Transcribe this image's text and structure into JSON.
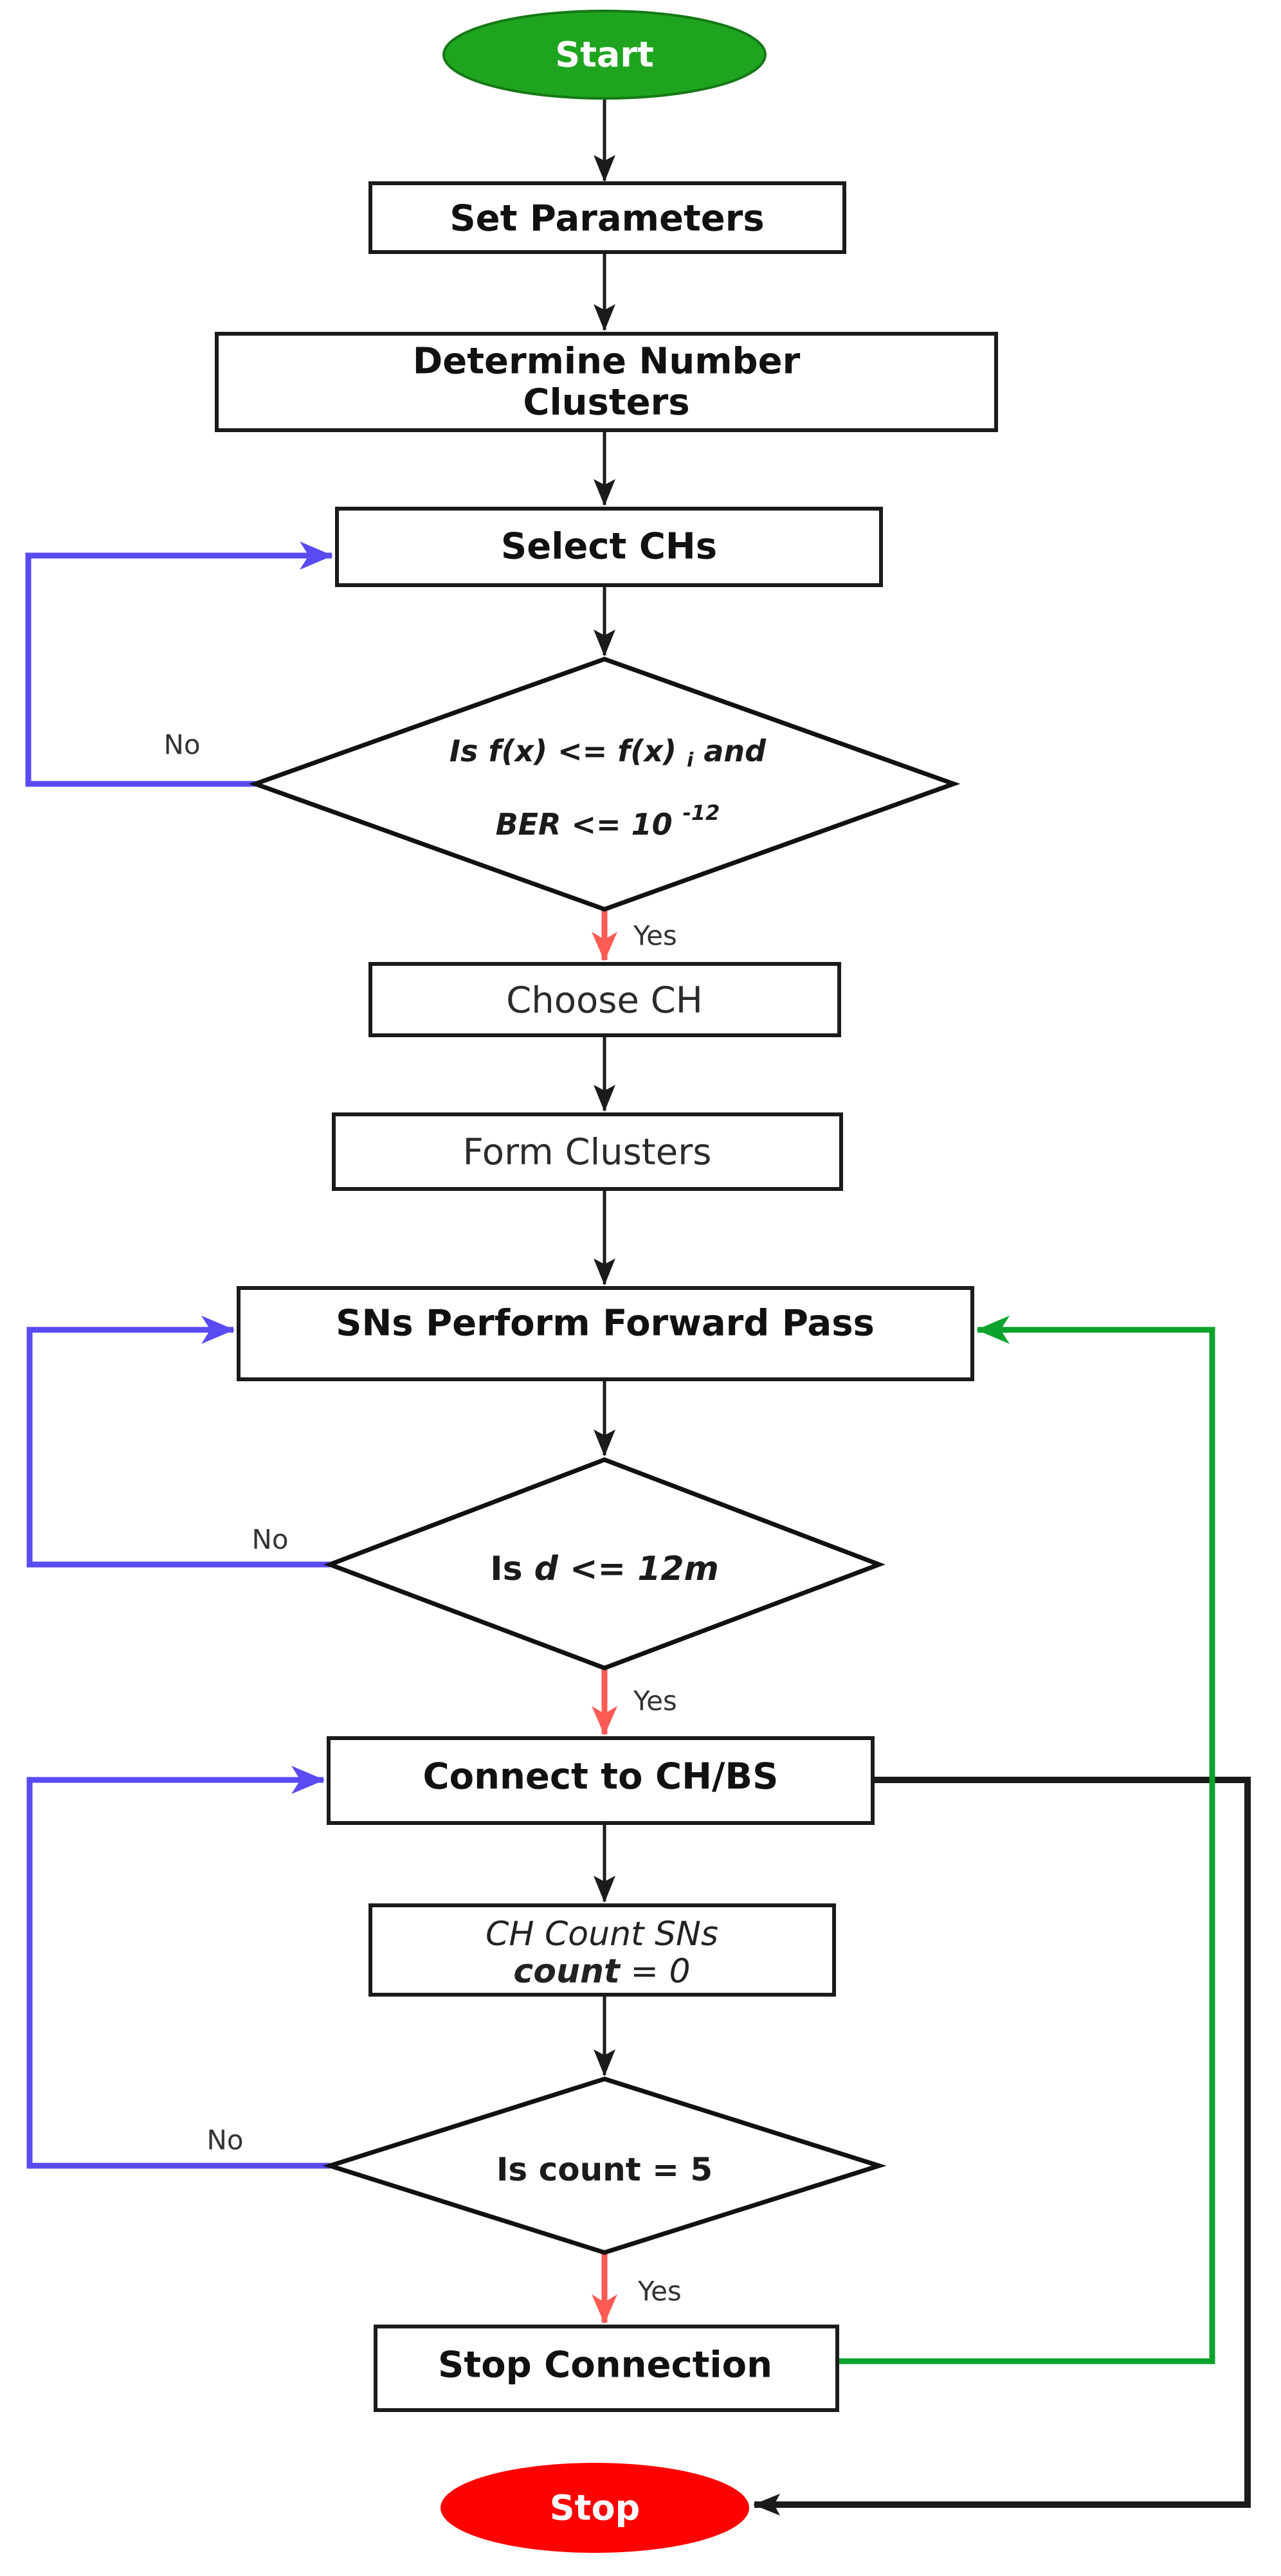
{
  "diagram": {
    "type": "flowchart",
    "colors": {
      "background": "#ffffff",
      "node_fill": "#ffffff",
      "node_border": "#1b1b1b",
      "edge": "#1b1b1b",
      "start_fill": "#1fa41f",
      "start_border": "#157915",
      "stop_fill": "#fe0101",
      "terminator_text": "#ffffff",
      "yes_edge": "#ff5b55",
      "no_edge": "#5a4af2",
      "return_edge": "#0ba32c"
    },
    "nodes": {
      "start": {
        "label": "Start"
      },
      "set_parameters": {
        "label": "Set Parameters"
      },
      "determine_clusters": {
        "line1": "Determine Number",
        "line2": "Clusters"
      },
      "select_chs": {
        "label": "Select CHs"
      },
      "decision_fitness": {
        "line1_main": "Is f(x) <= f(x)",
        "line1_sub": "i",
        "line1_end": " and",
        "line2_main": "BER <= 10",
        "line2_sup": "-12"
      },
      "choose_ch": {
        "label": "Choose CH"
      },
      "form_clusters": {
        "label": "Form Clusters"
      },
      "sns_forward_pass": {
        "label": "SNs Perform Forward Pass"
      },
      "decision_distance": {
        "prefix": "Is ",
        "variable": "d",
        "operator": " <= ",
        "value": "12m"
      },
      "connect_ch_bs": {
        "label": "Connect to CH/BS"
      },
      "ch_count": {
        "line1": "CH Count SNs",
        "line2_var": "count",
        "line2_rest": " = 0"
      },
      "decision_count": {
        "label": "Is count = 5"
      },
      "stop_connection": {
        "label": "Stop Connection"
      },
      "stop": {
        "label": "Stop"
      }
    },
    "edge_labels": {
      "yes": "Yes",
      "no": "No"
    }
  }
}
